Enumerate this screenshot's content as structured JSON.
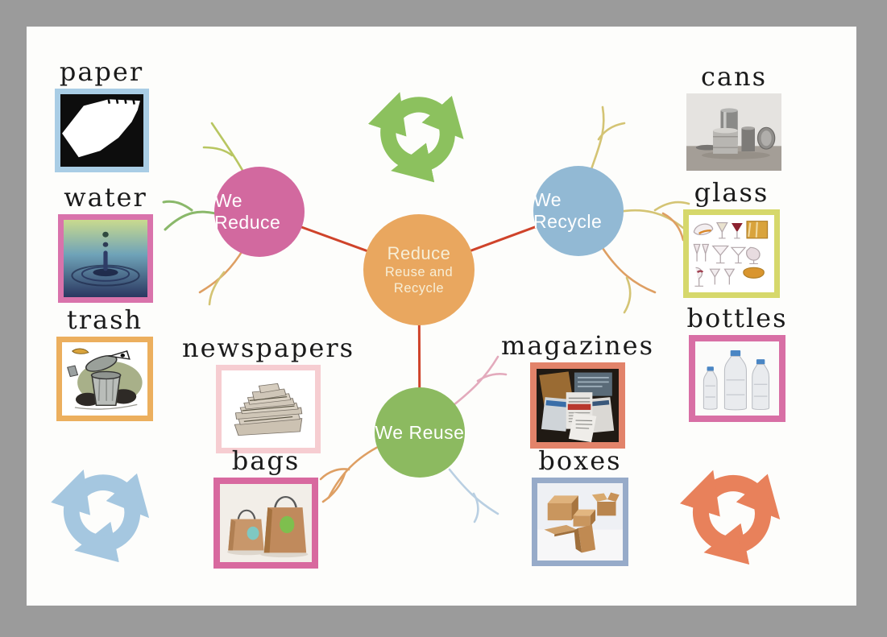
{
  "colors": {
    "frame_gray": "#9b9b9b",
    "canvas_white": "#fdfdfb",
    "label_text": "#1a1a1a",
    "center_circle": "#e9a75f",
    "center_text": "#f7eed6",
    "reduce_circle": "#d2699f",
    "recycle_circle": "#92b9d4",
    "reuse_circle": "#8cba60",
    "node_text": "#ffffff",
    "connector_red": "#cf432a",
    "recycle_green": "#8cc15e",
    "recycle_blue": "#a5c7e0",
    "recycle_orange": "#e8815b",
    "border_paper": "#a9cde5",
    "border_water": "#d973ab",
    "border_trash": "#ecaf5e",
    "border_newspapers": "#f6cdd1",
    "border_bags": "#d8699f",
    "border_glass": "#d6d86b",
    "border_bottles": "#d86fa5",
    "border_magazines": "#e2836a",
    "border_boxes": "#97abc9",
    "branch_yellowgreen": "#b8c661",
    "branch_green": "#8ab86a",
    "branch_yellow": "#d4c474",
    "branch_orange": "#de9f63",
    "branch_pink": "#e3aabc",
    "branch_blue": "#b9cfe2"
  },
  "center": {
    "line1": "Reduce",
    "line2": "Reuse and Recycle"
  },
  "nodes": [
    {
      "id": "we-reduce",
      "label": "We Reduce"
    },
    {
      "id": "we-recycle",
      "label": "We Recycle"
    },
    {
      "id": "we-reuse",
      "label": "We Reuse"
    }
  ],
  "items": [
    {
      "id": "paper",
      "label": "paper",
      "icon": "paper-stack-image"
    },
    {
      "id": "water",
      "label": "water",
      "icon": "water-drop-image"
    },
    {
      "id": "trash",
      "label": "trash",
      "icon": "trash-can-cartoon-image"
    },
    {
      "id": "newspapers",
      "label": "newspapers",
      "icon": "newspaper-stack-image"
    },
    {
      "id": "bags",
      "label": "bags",
      "icon": "paper-bags-image"
    },
    {
      "id": "cans",
      "label": "cans",
      "icon": "metal-cans-image"
    },
    {
      "id": "glass",
      "label": "glass",
      "icon": "glassware-image"
    },
    {
      "id": "bottles",
      "label": "bottles",
      "icon": "plastic-bottles-image"
    },
    {
      "id": "magazines",
      "label": "magazines",
      "icon": "magazine-collage-image"
    },
    {
      "id": "boxes",
      "label": "boxes",
      "icon": "cardboard-boxes-image"
    }
  ],
  "recycle_symbols": [
    {
      "id": "top-center",
      "color": "#8cc15e"
    },
    {
      "id": "bottom-left",
      "color": "#a5c7e0"
    },
    {
      "id": "bottom-right",
      "color": "#e8815b"
    }
  ]
}
